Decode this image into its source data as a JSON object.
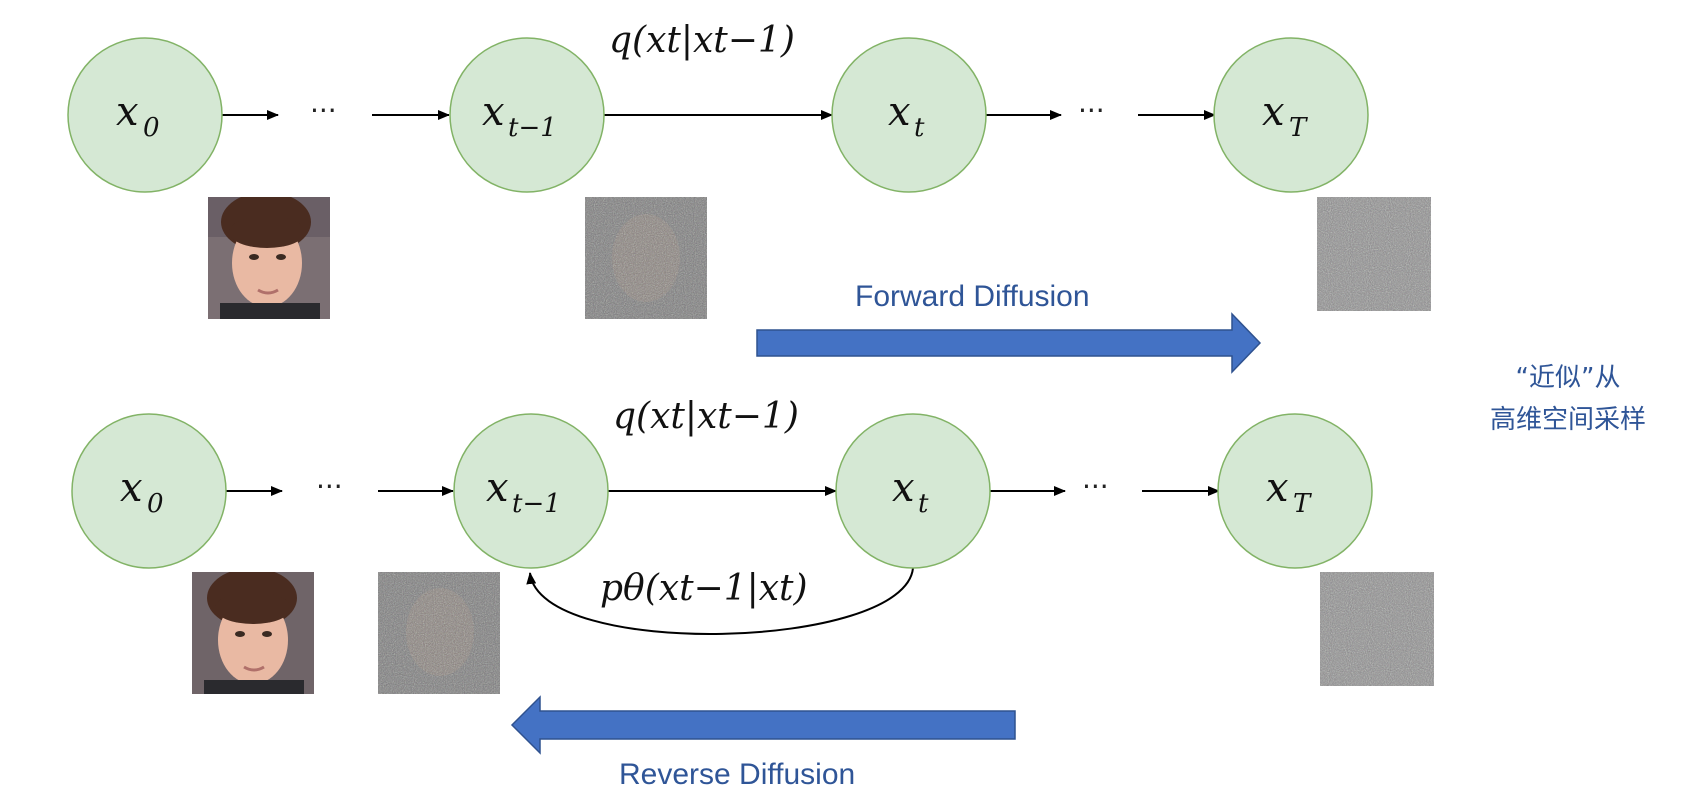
{
  "forward_row": {
    "nodes": [
      {
        "main": "x",
        "sub": "0"
      },
      {
        "main": "x",
        "sub": "t−1"
      },
      {
        "main": "x",
        "sub": "t"
      },
      {
        "main": "x",
        "sub": "T"
      }
    ],
    "dots": "···",
    "edge_formula": "q(xt|xt−1)",
    "caption": "Forward Diffusion"
  },
  "reverse_row": {
    "nodes": [
      {
        "main": "x",
        "sub": "0"
      },
      {
        "main": "x",
        "sub": "t−1"
      },
      {
        "main": "x",
        "sub": "t"
      },
      {
        "main": "x",
        "sub": "T"
      }
    ],
    "dots": "···",
    "edge_formula": "q(xt|xt−1)",
    "reverse_formula": "pθ(xt−1|xt)",
    "caption": "Reverse Diffusion"
  },
  "side_note": {
    "line1": "“近似”从",
    "line2": "高维空间采样"
  },
  "colors": {
    "node_fill": "#d5e8d4",
    "node_stroke": "#82b366",
    "arrow_fill": "#4472c4",
    "text_blue": "#2f5597"
  }
}
